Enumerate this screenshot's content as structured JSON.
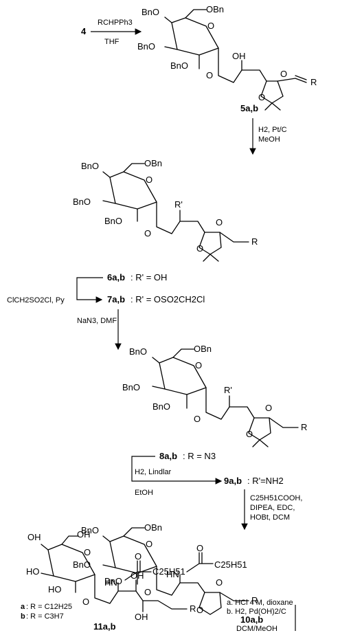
{
  "start_compound": "4",
  "step1": {
    "reagent": "RCHPPh3",
    "solvent": "THF"
  },
  "compound_5": {
    "label": "5a,b"
  },
  "step2": {
    "reagent": "H2, Pt/C",
    "solvent": "MeOH"
  },
  "compound_6": {
    "label": "6a,b",
    "detail": ": R' = OH"
  },
  "step3": {
    "reagent": "ClCH2SO2Cl, Py"
  },
  "compound_7": {
    "label": "7a,b",
    "detail": ": R' = OSO2CH2Cl"
  },
  "step4": {
    "reagent": "NaN3, DMF"
  },
  "compound_8": {
    "label": "8a,b",
    "detail": ": R = N3"
  },
  "step5": {
    "reagent": "H2, Lindlar",
    "solvent": "EtOH"
  },
  "compound_9": {
    "label": "9a,b",
    "detail": ": R'=NH2"
  },
  "step6": {
    "line1": "C25H51COOH,",
    "line2": "DIPEA, EDC,",
    "line3": "HOBt, DCM"
  },
  "compound_10": {
    "label": "10a,b"
  },
  "step7": {
    "line1": "a. HCl 4 M, dioxane",
    "line2": "b. H2, Pd(OH)2/C",
    "line3": "DCM/MeOH"
  },
  "compound_11": {
    "label": "11a,b"
  },
  "substituents": {
    "a_key": "a",
    "a_value": ": R = C12H25",
    "b_key": "b",
    "b_value": ": R = C3H7"
  },
  "atoms": {
    "OBn": "OBn",
    "BnO": "BnO",
    "OH": "OH",
    "HO": "HO",
    "O": "O",
    "R": "R",
    "Rp": "R'",
    "HN": "HN",
    "C25H51": "C25H51",
    "OH_anomeric": "OH"
  }
}
